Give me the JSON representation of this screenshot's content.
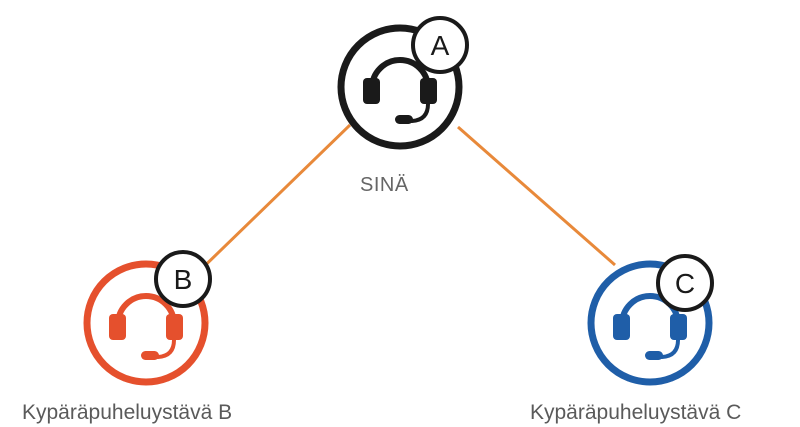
{
  "nodes": {
    "you": {
      "badge": "A",
      "label": "SINÄ",
      "color": "#1a1a1a"
    },
    "b": {
      "badge": "B",
      "label": "Kypäräpuheluystävä B",
      "color": "#e5502d"
    },
    "c": {
      "badge": "C",
      "label": "Kypäräpuheluystävä C",
      "color": "#1f5ea8"
    }
  },
  "connector_color": "#e8893a",
  "icon": "headset-icon"
}
